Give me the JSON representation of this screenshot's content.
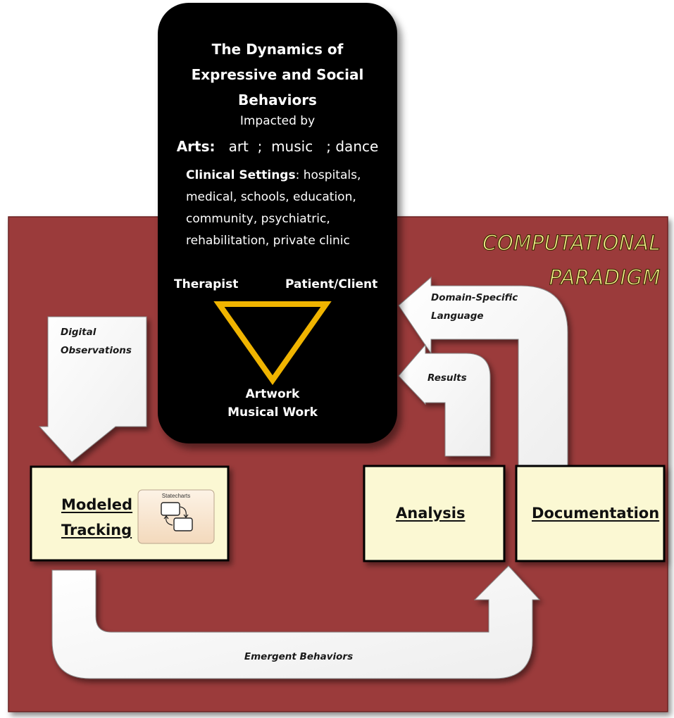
{
  "panel": {
    "title": "The Dynamics of Expressive and Social Behaviors",
    "impacted_by": "Impacted by",
    "arts_label": "Arts:",
    "arts_items": "art  ;  music   ; dance",
    "clinical_label": "Clinical Settings",
    "clinical_items": ": hospitals, medical, schools, education, community, psychiatric, rehabilitation, private clinic",
    "therapist": "Therapist",
    "patient": "Patient/Client",
    "artwork": "Artwork",
    "musical_work": "Musical Work"
  },
  "paradigm": {
    "line1": "COMPUTATIONAL",
    "line2": "PARADIGM"
  },
  "arrows": {
    "digital_observations_1": "Digital",
    "digital_observations_2": "Observations",
    "domain_specific_1": "Domain-Specific",
    "domain_specific_2": "Language",
    "results": "Results",
    "emergent": "Emergent Behaviors"
  },
  "boxes": {
    "modeled_line1": "Modeled",
    "modeled_line2": "Tracking",
    "statecharts": "Statecharts",
    "analysis": "Analysis",
    "documentation": "Documentation"
  },
  "colors": {
    "background_panel": "#9b3b3b",
    "box_fill": "#fbf8d3",
    "triangle": "#f0b400",
    "paradigm_text": "#f4f08a"
  }
}
